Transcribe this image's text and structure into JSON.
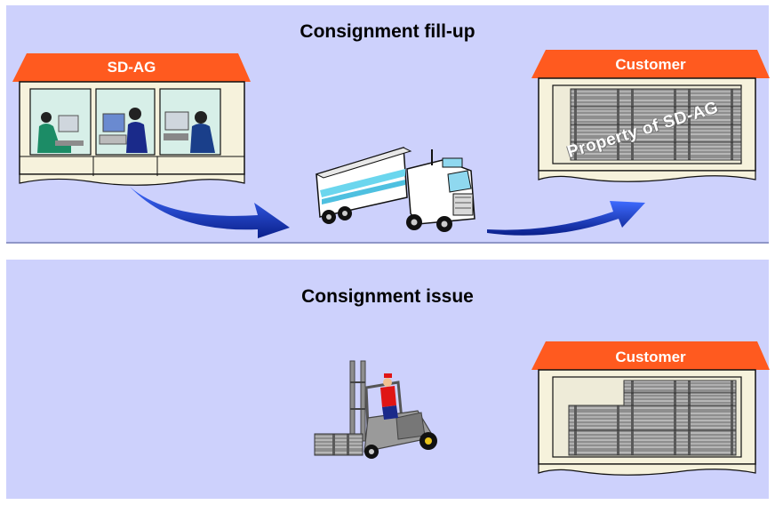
{
  "panels": {
    "fill_up": {
      "title": "Consignment fill-up",
      "source_label": "SD-AG",
      "destination_label": "Customer",
      "stock_stamp": "Property of SD-AG"
    },
    "issue": {
      "title": "Consignment issue",
      "destination_label": "Customer"
    }
  },
  "colors": {
    "panel_bg": "#cdd1fc",
    "roof": "#ff5a1f",
    "arrow": "#1f3fd0"
  },
  "icons": [
    "office-building-icon",
    "truck-icon",
    "warehouse-icon",
    "forklift-icon",
    "flow-arrow-icon"
  ]
}
